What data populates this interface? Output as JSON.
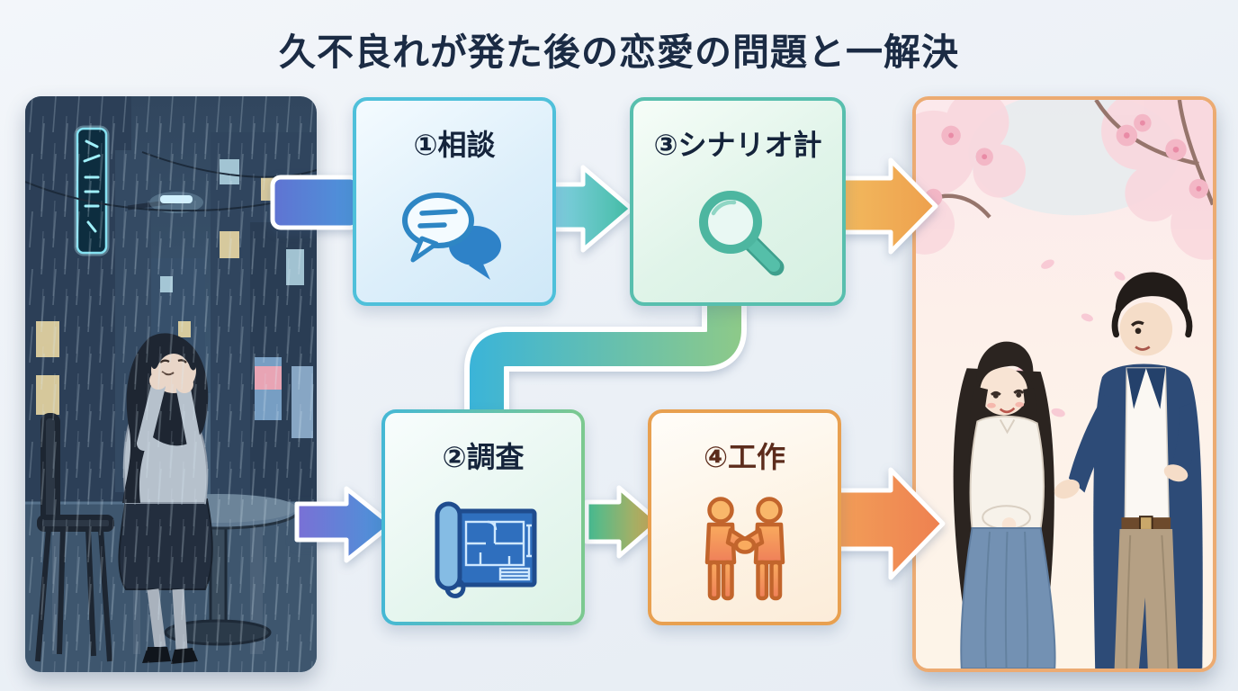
{
  "title": "久不良れが発た後の恋愛の問題と一解決",
  "steps": [
    {
      "label": "①相談",
      "icon": "chat-bubbles-icon",
      "accent": "#4fc0da"
    },
    {
      "label": "②調査",
      "icon": "blueprint-icon",
      "accent": "#45b8d5"
    },
    {
      "label": "③シナリオ計",
      "icon": "magnifying-glass-icon",
      "accent": "#58bfae"
    },
    {
      "label": "④工作",
      "icon": "handshake-icon",
      "accent": "#e8a050"
    }
  ],
  "panels": {
    "before": {
      "name": "sad-woman-rainy-night-illustration"
    },
    "after": {
      "name": "happy-couple-cherry-blossoms-illustration"
    }
  },
  "flow": {
    "bar_color_start": "#6073d2",
    "bar_color_end": "#4b96da",
    "teal_arrow": "#43bda4",
    "orange_arrow": "#eea04d",
    "deep_orange_arrow": "#ee8050",
    "elbow_start": "#3ab4d9",
    "elbow_end": "#8fca87"
  }
}
